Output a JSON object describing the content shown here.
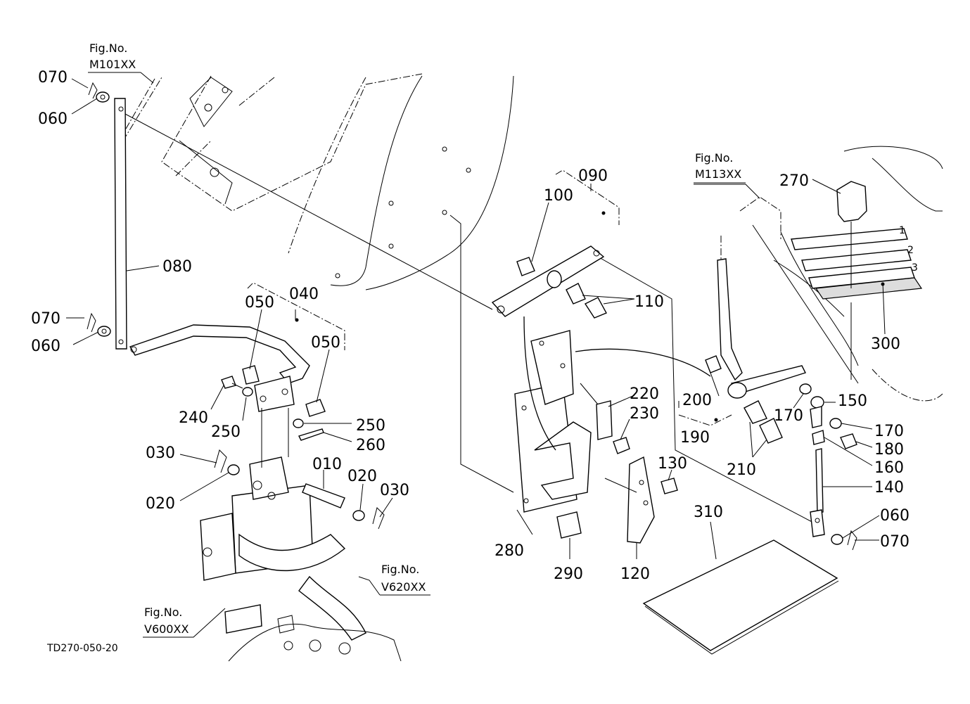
{
  "figure_refs": [
    {
      "id": "m101",
      "line1": "Fig.No.",
      "line2": "M101XX"
    },
    {
      "id": "m113",
      "line1": "Fig.No.",
      "line2": "M113XX"
    },
    {
      "id": "v620",
      "line1": "Fig.No.",
      "line2": "V620XX"
    },
    {
      "id": "v600",
      "line1": "Fig.No.",
      "line2": "V600XX"
    }
  ],
  "diagram_code": "TD270-050-20",
  "part_labels": [
    {
      "id": "p070a",
      "text": "070"
    },
    {
      "id": "p060a",
      "text": "060"
    },
    {
      "id": "p080",
      "text": "080"
    },
    {
      "id": "p070b",
      "text": "070"
    },
    {
      "id": "p060b",
      "text": "060"
    },
    {
      "id": "p050a",
      "text": "050"
    },
    {
      "id": "p040",
      "text": "040"
    },
    {
      "id": "p050b",
      "text": "050"
    },
    {
      "id": "p240",
      "text": "240"
    },
    {
      "id": "p250a",
      "text": "250"
    },
    {
      "id": "p250b",
      "text": "250"
    },
    {
      "id": "p260",
      "text": "260"
    },
    {
      "id": "p030a",
      "text": "030"
    },
    {
      "id": "p020a",
      "text": "020"
    },
    {
      "id": "p010",
      "text": "010"
    },
    {
      "id": "p020b",
      "text": "020"
    },
    {
      "id": "p030b",
      "text": "030"
    },
    {
      "id": "p090",
      "text": "090"
    },
    {
      "id": "p100",
      "text": "100"
    },
    {
      "id": "p110",
      "text": "110"
    },
    {
      "id": "p220",
      "text": "220"
    },
    {
      "id": "p230",
      "text": "230"
    },
    {
      "id": "p130",
      "text": "130"
    },
    {
      "id": "p280",
      "text": "280"
    },
    {
      "id": "p290",
      "text": "290"
    },
    {
      "id": "p120",
      "text": "120"
    },
    {
      "id": "p310",
      "text": "310"
    },
    {
      "id": "p270",
      "text": "270"
    },
    {
      "id": "p300",
      "text": "300"
    },
    {
      "id": "p200",
      "text": "200"
    },
    {
      "id": "p190",
      "text": "190"
    },
    {
      "id": "p210",
      "text": "210"
    },
    {
      "id": "p170a",
      "text": "170"
    },
    {
      "id": "p150",
      "text": "150"
    },
    {
      "id": "p170b",
      "text": "170"
    },
    {
      "id": "p180",
      "text": "180"
    },
    {
      "id": "p160",
      "text": "160"
    },
    {
      "id": "p140",
      "text": "140"
    },
    {
      "id": "p060c",
      "text": "060"
    },
    {
      "id": "p070c",
      "text": "070"
    }
  ],
  "gear_marks": [
    "1",
    "2",
    "3"
  ]
}
